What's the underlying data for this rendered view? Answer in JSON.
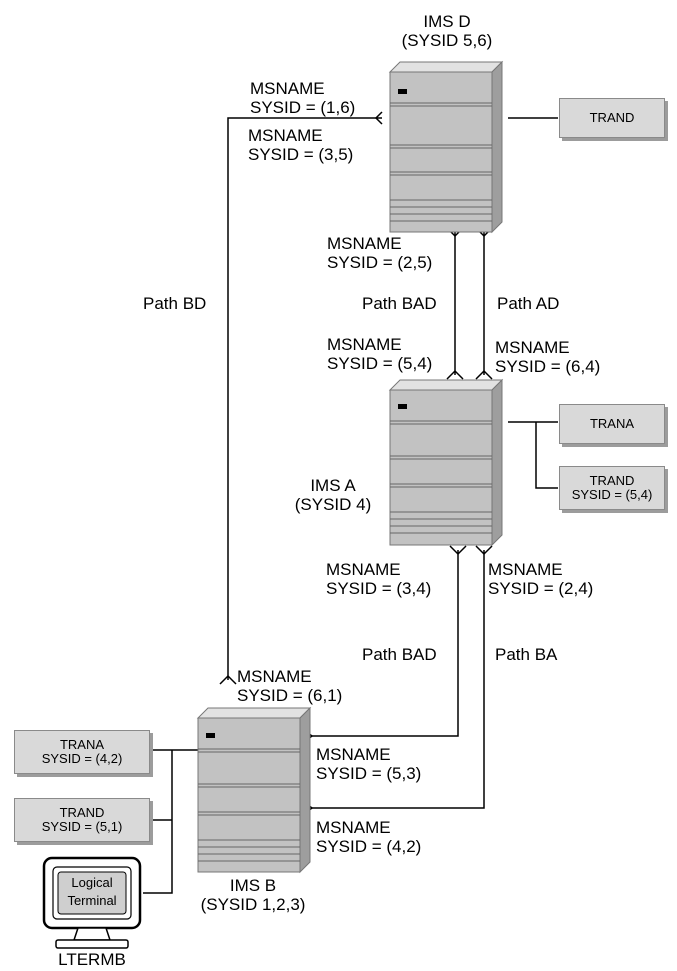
{
  "systems": {
    "d": {
      "name": "IMS D",
      "sysid": "(SYSID 5,6)"
    },
    "a": {
      "name": "IMS A",
      "sysid": "(SYSID 4)"
    },
    "b": {
      "name": "IMS B",
      "sysid": "(SYSID 1,2,3)"
    }
  },
  "msname_word": "MSNAME",
  "msnames": {
    "d_bd": "SYSID = (1,6)",
    "d_b": "SYSID = (3,5)",
    "d_ad": "SYSID = (2,5)",
    "a_bad": "SYSID = (5,4)",
    "a_ad": "SYSID = (6,4)",
    "a_b": "SYSID = (3,4)",
    "a_ba": "SYSID = (2,4)",
    "b_bd": "SYSID = (6,1)",
    "b_bad": "SYSID = (5,3)",
    "b_ba": "SYSID = (4,2)"
  },
  "paths": {
    "bd": "Path BD",
    "bad_upper": "Path BAD",
    "ad": "Path AD",
    "bad_lower": "Path BAD",
    "ba": "Path BA"
  },
  "transactions": {
    "d_trand": {
      "name": "TRAND",
      "sysid": ""
    },
    "a_trana": {
      "name": "TRANA",
      "sysid": ""
    },
    "a_trand": {
      "name": "TRAND",
      "sysid": "SYSID = (5,4)"
    },
    "b_trana": {
      "name": "TRANA",
      "sysid": "SYSID = (4,2)"
    },
    "b_trand": {
      "name": "TRAND",
      "sysid": "SYSID = (5,1)"
    }
  },
  "terminal": {
    "screen_line1": "Logical",
    "screen_line2": "Terminal",
    "name": "LTERMB"
  }
}
